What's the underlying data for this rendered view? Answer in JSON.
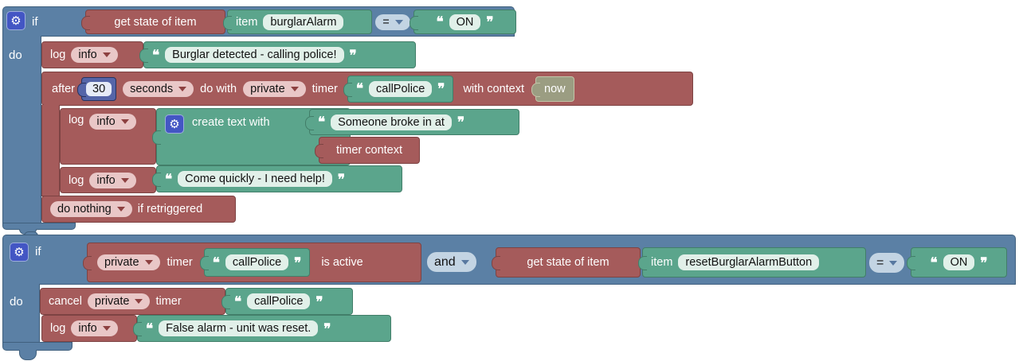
{
  "ui": {
    "oq": "❝",
    "cq": "❞",
    "gear_icon": "⚙"
  },
  "colors": {
    "logic_blue": "#5b80a5",
    "action_red": "#a55b5b",
    "text_green": "#5ba58c",
    "now_khaki": "#9b9d82",
    "number_indigo": "#5565a8",
    "dropdown_pink": "#e9c7c7",
    "dropdown_blue": "#c3d4e3",
    "field_mint": "#e1f0e9"
  },
  "group1": {
    "if_label": "if",
    "do_label": "do",
    "condition": {
      "get_state": "get state of item",
      "item_label": "item",
      "item_name": "burglarAlarm",
      "operator": "=",
      "value": "ON"
    },
    "log1": {
      "log": "log",
      "level": "info",
      "message": "Burglar detected - calling police!"
    },
    "after": {
      "label": "after",
      "delay": "30",
      "unit": "seconds",
      "do_with": "do with",
      "scope": "private",
      "timer": "timer",
      "timer_name": "callPolice",
      "with_context": "with context",
      "context": "now",
      "body_log1": {
        "log": "log",
        "level": "info"
      },
      "create_text": {
        "label": "create text with",
        "part1": "Someone broke in at",
        "part2": "timer context"
      },
      "body_log2": {
        "log": "log",
        "level": "info",
        "message": "Come quickly - I need help!"
      },
      "retrigger": {
        "policy": "do nothing",
        "suffix": "if retriggered"
      }
    }
  },
  "group2": {
    "if_label": "if",
    "do_label": "do",
    "condition": {
      "timer_active": {
        "scope": "private",
        "timer": "timer",
        "timer_name": "callPolice",
        "suffix": "is active"
      },
      "operator": "and",
      "get_state": {
        "label": "get state of item",
        "item_label": "item",
        "item_name": "resetBurglarAlarmButton",
        "operator": "=",
        "value": "ON"
      }
    },
    "cancel": {
      "label": "cancel",
      "scope": "private",
      "timer": "timer",
      "timer_name": "callPolice"
    },
    "log": {
      "log": "log",
      "level": "info",
      "message": "False alarm - unit was reset."
    }
  }
}
